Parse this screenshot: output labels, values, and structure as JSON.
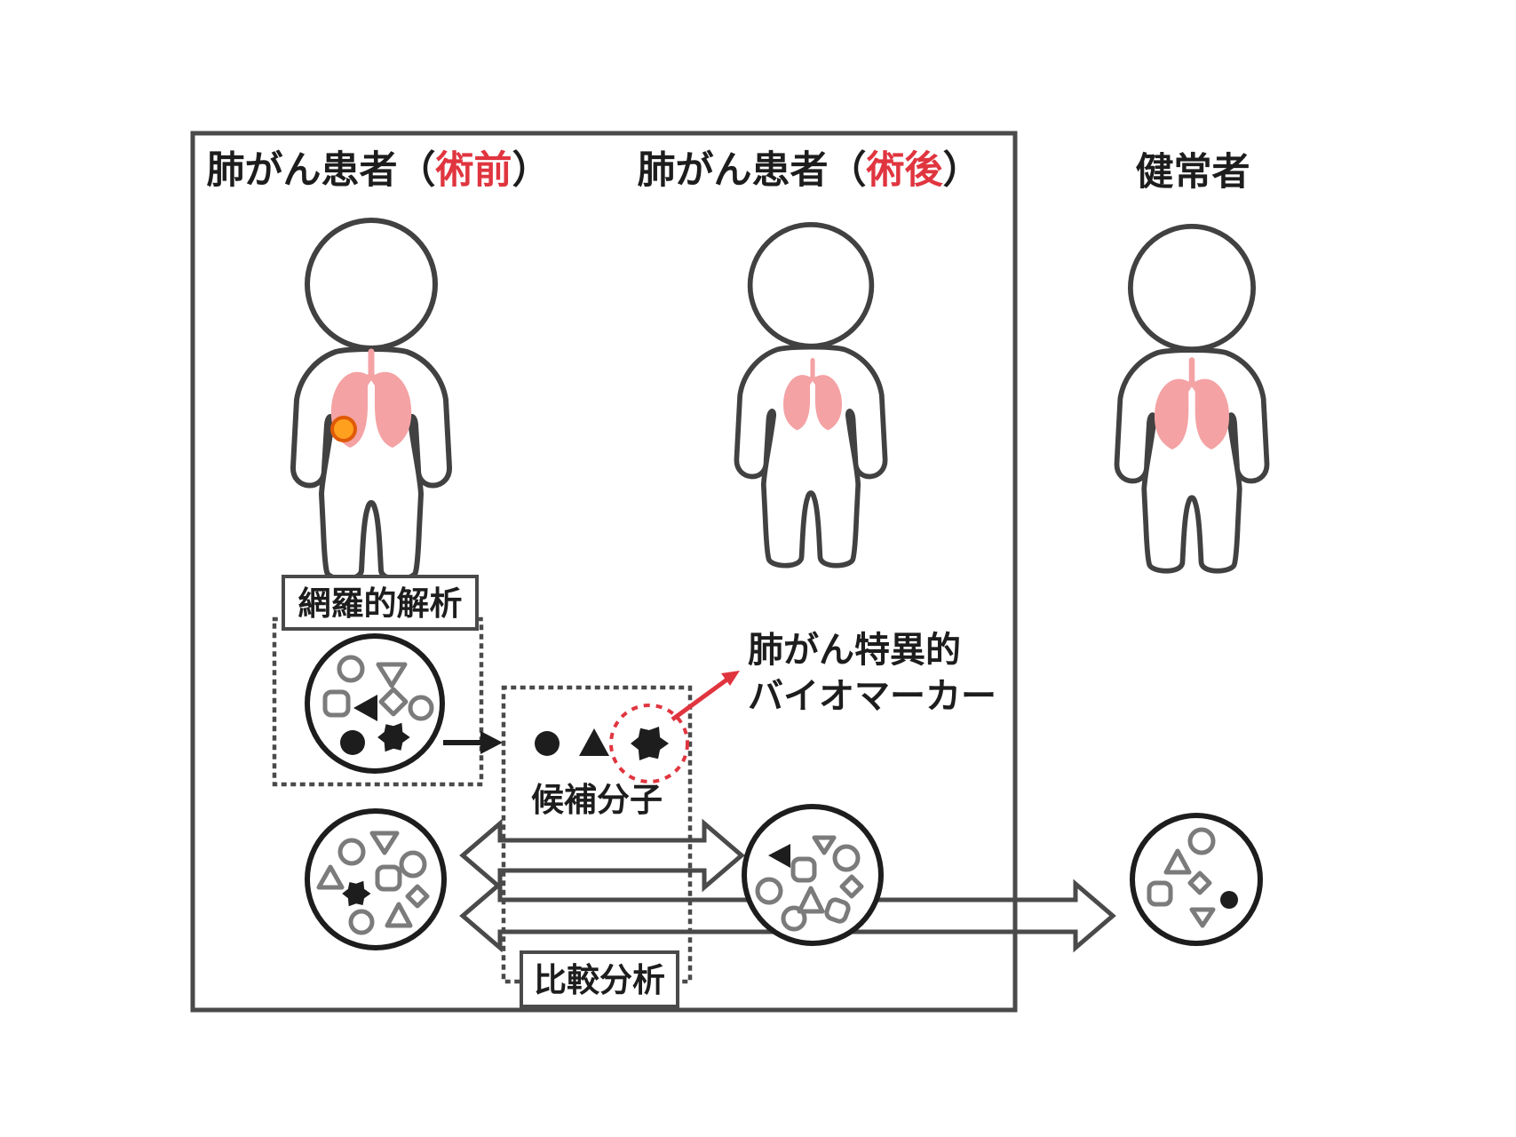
{
  "titles": {
    "pre": {
      "prefix": "肺がん患者（",
      "highlight": "術前",
      "suffix": "）"
    },
    "post": {
      "prefix": "肺がん患者（",
      "highlight": "術後",
      "suffix": "）"
    },
    "healthy": {
      "label": "健常者"
    }
  },
  "labels": {
    "comprehensive_analysis": "網羅的解析",
    "candidate_molecules": "候補分子",
    "biomarker_line1": "肺がん特異的",
    "biomarker_line2": "バイオマーカー",
    "comparative_analysis": "比較分析"
  },
  "icons": {
    "person_pre": "person-with-lung-tumor",
    "person_post": "person-post-surgery-lungs",
    "person_healthy": "person-normal-lungs",
    "sample_circles": "molecule-sample-circle",
    "tumor_blob": "tumor-specific-molecule-blob"
  },
  "colors": {
    "accent-red": "#e0353f",
    "ink": "#1d1d1d",
    "outline-gray": "#414141",
    "shape-gray": "#7b7b7b",
    "border-gray": "#4a4a4a",
    "lung-pink": "#f4a2a4",
    "tumor-orange": "#ffa01e",
    "tumor-ring": "#e05a07"
  }
}
